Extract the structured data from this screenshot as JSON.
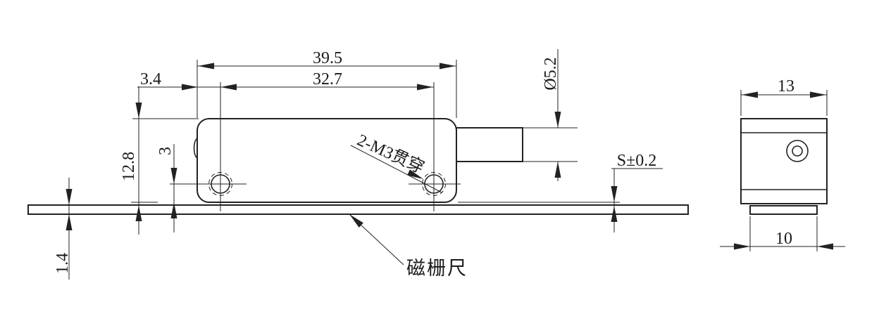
{
  "page": {
    "background": "#ffffff",
    "line_color": "#222222"
  },
  "drawing": {
    "kind": "engineering-drawing",
    "subject": "magnetic grating scale read head, front and side views",
    "front_view": {
      "total_width": "39.5",
      "hole_spacing": "32.7",
      "edge_to_hole": "3.4",
      "body_height": "12.8",
      "hole_height": "3",
      "scale_thickness": "1.4",
      "cable_diameter": "Ø5.2",
      "gap_tolerance": "S±0.2",
      "thread_note": "2-M3贯穿",
      "scale_label": "磁栅尺"
    },
    "side_view": {
      "body_width": "13",
      "scale_width": "10"
    }
  }
}
